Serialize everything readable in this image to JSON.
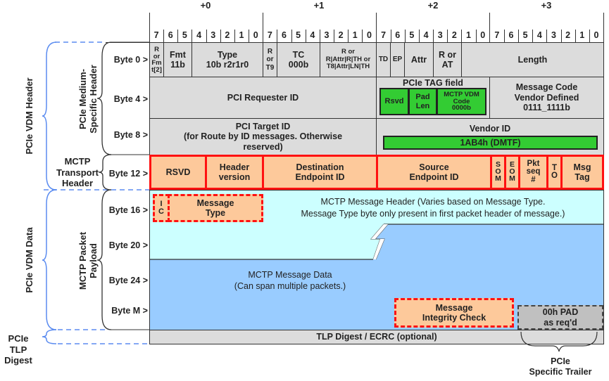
{
  "byte_offsets": [
    "+0",
    "+1",
    "+2",
    "+3"
  ],
  "bit_numbers": [
    "7",
    "6",
    "5",
    "4",
    "3",
    "2",
    "1",
    "0"
  ],
  "row_labels": {
    "byte0": "Byte 0 >",
    "byte4": "Byte 4 >",
    "byte8": "Byte 8 >",
    "byte12": "Byte 12 >",
    "byte16": "Byte 16 >",
    "byte20": "Byte 20 >",
    "byte24": "Byte 24 >",
    "byteM": "Byte M >"
  },
  "group_labels": {
    "pcie_vdm_header": "PCIe VDM Header",
    "pcie_medium_specific_header": "PCIe Medium-\nSpecific Header",
    "mctp_transport_header": "MCTP\nTransport\nHeader",
    "pcie_vdm_data": "PCIe VDM Data",
    "mctp_packet_payload": "MCTP Packet\nPayload",
    "pcie_tlp_digest": "PCIe\nTLP\nDigest",
    "pcie_specific_trailer": "PCIe\nSpecific Trailer"
  },
  "byte0_fields": {
    "r_or_fmt2": "R\nor\nFm\nt[2]",
    "fmt": "Fmt\n11b",
    "type": "Type\n10b r2r1r0",
    "r_or_t9": "R\nor\nT9",
    "tc": "TC\n000b",
    "r_attr_th": "R or\nR|Attr|R|TH or\nT8|Attr|LN|TH",
    "td": "TD",
    "ep": "EP",
    "attr": "Attr",
    "r_or_at": "R or\nAT",
    "length": "Length"
  },
  "byte4_fields": {
    "pci_requester_id": "PCI Requester ID",
    "pcie_tag_field": "PCIe TAG field",
    "rsvd": "Rsvd",
    "pad_len": "Pad\nLen",
    "mctp_vdm_code": "MCTP VDM\nCode\n0000b",
    "message_code": "Message Code\nVendor Defined\n0111_1111b"
  },
  "byte8_fields": {
    "pci_target_id": "PCI Target ID\n(for Route by ID messages. Otherwise\nreserved)",
    "vendor_id_label": "Vendor ID",
    "vendor_id_value": "1AB4h (DMTF)"
  },
  "byte12_fields": {
    "rsvd": "RSVD",
    "header_version": "Header\nversion",
    "destination_endpoint_id": "Destination\nEndpoint ID",
    "source_endpoint_id": "Source\nEndpoint ID",
    "som": "S\nO\nM",
    "eom": "E\nO\nM",
    "pkt_seq": "Pkt\nseq\n#",
    "to": "T\nO",
    "msg_tag": "Msg\nTag"
  },
  "payload": {
    "ic": "I\nC",
    "message_type": "Message\nType",
    "message_header_note": "MCTP Message Header (Varies based on Message Type.\nMessage Type byte only present in first packet header of message.)",
    "message_data": "MCTP Message Data\n(Can span multiple packets.)",
    "message_integrity_check": "Message\nIntegrity Check",
    "pad": "00h PAD\nas req'd"
  },
  "digest": {
    "tlp_digest": "TLP Digest / ECRC (optional)"
  },
  "colors": {
    "header_gray": "#dcdcdc",
    "transport_orange": "#fdc99b",
    "transport_border_red": "#ff1111",
    "vendor_green": "#33cc33",
    "message_header_cyan": "#ccffff",
    "message_data_blue": "#99ccff",
    "pad_gray": "#c0c0c0",
    "brace_blue": "#5b8cf0"
  }
}
